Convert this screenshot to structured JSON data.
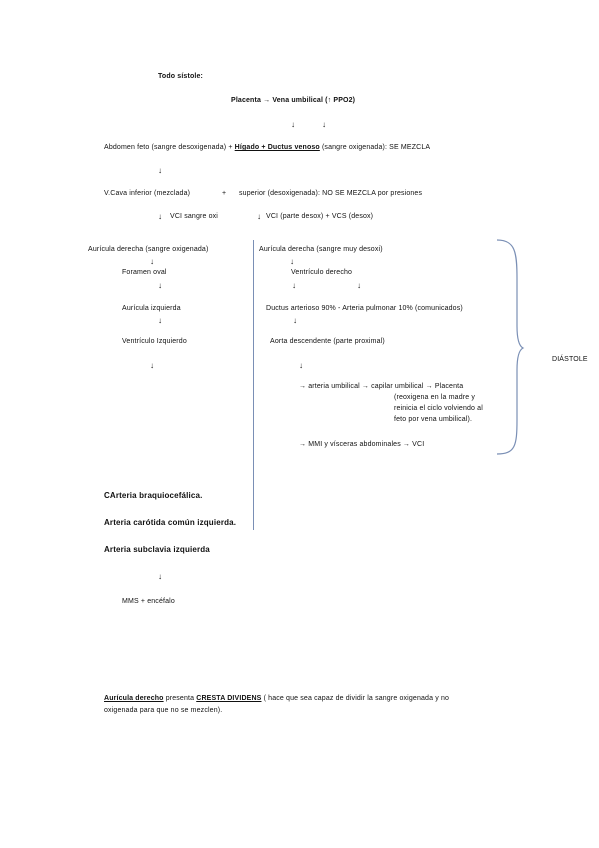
{
  "title": "Todo sístole:",
  "placenta_line": "Placenta → Vena umbilical (↑ PPO2)",
  "arrow": "↓",
  "abdomen": {
    "prefix": "Abdomen feto (sangre desoxigenada) + ",
    "organs": "Hígado + Ductus venoso",
    "suffix": " (sangre oxigenada): SE MEZCLA"
  },
  "vcava": {
    "left": "V.Cava inferior (mezclada)",
    "plus": "+",
    "right": "superior (desoxigenada): NO SE MEZCLA por presiones"
  },
  "vci_left": "VCI sangre oxi",
  "vci_right": "VCI (parte desox) + VCS (desox)",
  "left_col": {
    "auricula_derecha": "Aurícula derecha (sangre oxigenada)",
    "foramen": "Foramen oval",
    "auricula_izquierda": "Aurícula izquierda",
    "ventriculo_izquierdo": "Ventrículo Izquierdo"
  },
  "right_col": {
    "auricula_derecha": "Aurícula derecha (sangre muy desoxi)",
    "ventriculo_derecho": "Ventrículo derecho",
    "ductus": "Ductus arterioso 90% -  Arteria pulmonar 10% (comunicados)",
    "aorta": "Aorta descendente (parte proximal)",
    "arteria_umbilical": "→ arteria umbilical → capilar umbilical → Placenta",
    "note_1": "(reoxigena en la madre y",
    "note_2": "reinicia el ciclo volviendo al",
    "note_3": "feto por vena umbilical).",
    "mmi": "→ MMI y vísceras abdominales → VCI"
  },
  "diastole": "DIÁSTOLE",
  "branches": {
    "b1": "CArteria braquiocefálica.",
    "b2": "Arteria carótida común izquierda.",
    "b3": "Arteria subclavia izquierda",
    "end": "MMS + encéfalo"
  },
  "footer": {
    "term": "Aurícula derecho",
    "mid": " presenta ",
    "crest": "CRESTA DIVIDENS",
    "rest1": " ( hace que sea capaz de dividir la sangre oxigenada y no",
    "rest2": "oxigenada para que no se mezclen)."
  }
}
